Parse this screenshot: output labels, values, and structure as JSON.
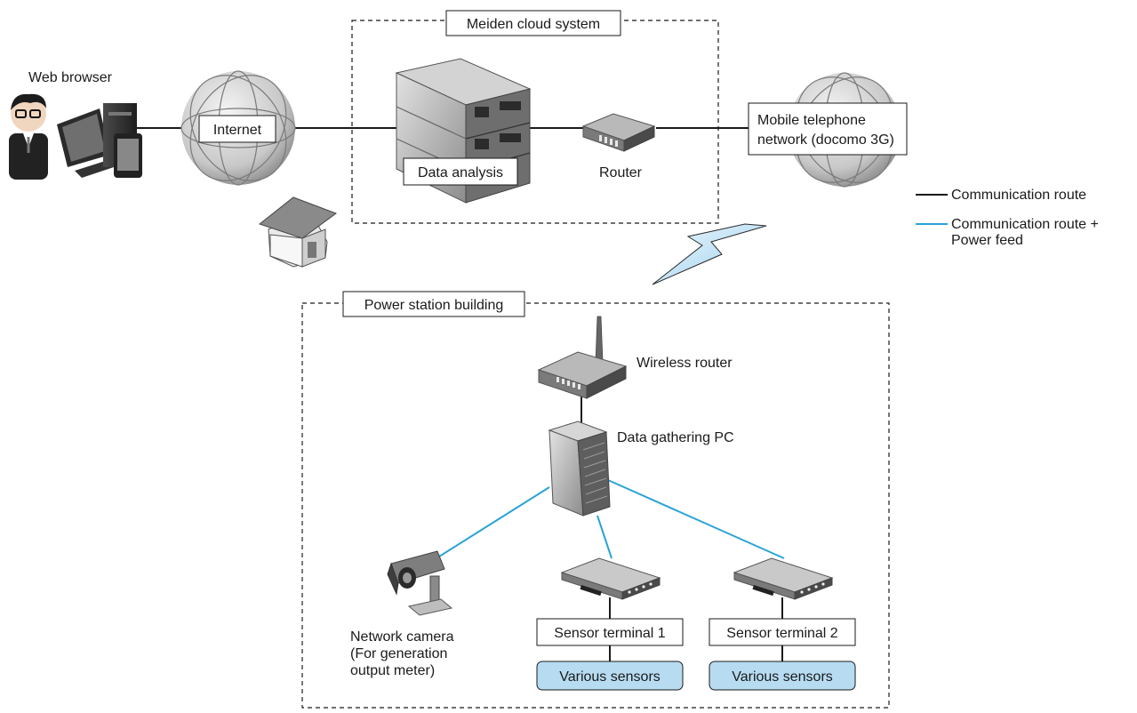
{
  "zones": {
    "cloud": "Meiden cloud system",
    "station": "Power station building"
  },
  "nodes": {
    "web_browser": "Web browser",
    "internet": "Internet",
    "data_analysis": "Data analysis",
    "router": "Router",
    "mobile_network_line1": "Mobile telephone",
    "mobile_network_line2": "network (docomo 3G)",
    "wireless_router": "Wireless router",
    "data_gathering_pc": "Data gathering PC",
    "network_camera_line1": "Network camera",
    "network_camera_line2": "(For generation",
    "network_camera_line3": "output meter)",
    "sensor_terminal_1": "Sensor terminal 1",
    "sensor_terminal_2": "Sensor terminal 2",
    "various_sensors_1": "Various sensors",
    "various_sensors_2": "Various sensors"
  },
  "legend": {
    "comm_route": "Communication route",
    "comm_power_line1": "Communication route +",
    "comm_power_line2": "Power feed"
  },
  "colors": {
    "comm_route": "#1a1a1a",
    "comm_power": "#2aa3d8",
    "sensor_fill": "#b7dcf2"
  }
}
